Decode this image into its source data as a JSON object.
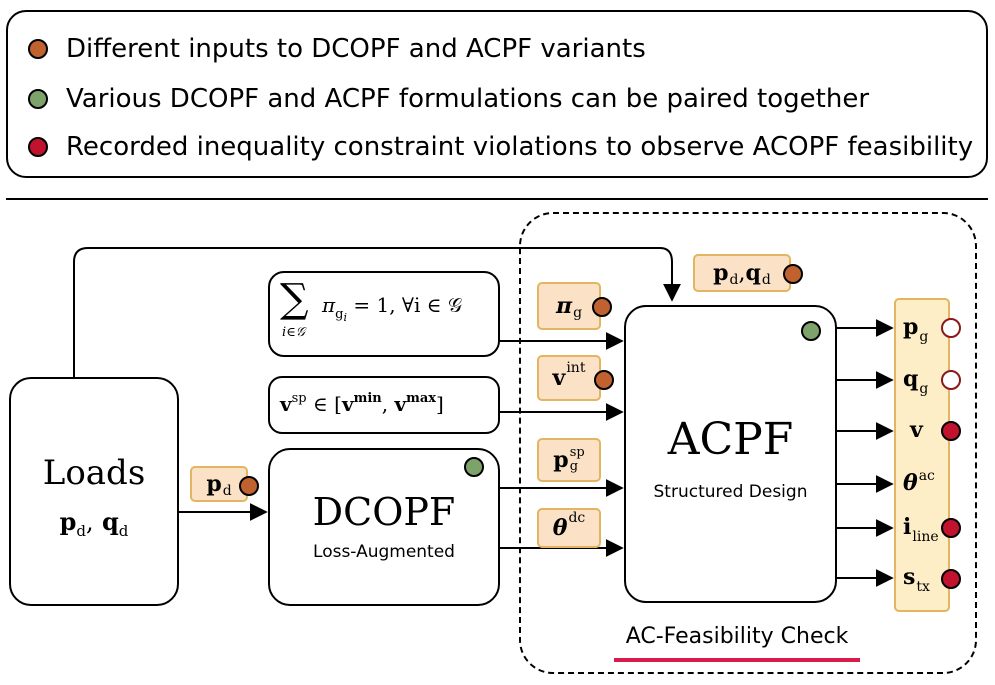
{
  "legend": {
    "items": [
      {
        "text": "Different inputs to DCOPF and ACPF variants",
        "color": "#c0622f"
      },
      {
        "text": "Various DCOPF and ACPF formulations can be paired together",
        "color": "#7ea36a"
      },
      {
        "text": "Recorded inequality constraint violations to observe ACOPF feasibility",
        "color": "#c1122e"
      }
    ]
  },
  "loads": {
    "title": "Loads",
    "p": "p",
    "p_sub": "d",
    "comma": ",",
    "q": "q",
    "q_sub": "d"
  },
  "dcopf": {
    "title": "DCOPF",
    "subtitle": "Loss-Augmented"
  },
  "acpf": {
    "title": "ACPF",
    "subtitle": "Structured Design"
  },
  "constraint_sum": {
    "sum": "∑",
    "under": "i∈𝒢",
    "body": "π",
    "body_sub": "g",
    "body_sub2": "i",
    "rest": " = 1, ∀i ∈ 𝒢"
  },
  "constraint_v": {
    "v": "v",
    "v_sup": "sp",
    "in": " ∈ [",
    "vmin": "v",
    "vmin_sup": "min",
    "sep": ", ",
    "vmax": "v",
    "vmax_sup": "max",
    "close": "]"
  },
  "tags": {
    "pd": {
      "main": "p",
      "sub": "d"
    },
    "pdqd": {
      "p": "p",
      "p_sub": "d",
      "comma": ",",
      "q": "q",
      "q_sub": "d"
    },
    "pig": {
      "main": "π",
      "sub": "g"
    },
    "vint": {
      "main": "v",
      "sup": "int"
    },
    "pgsp": {
      "main": "p",
      "sup": "sp",
      "sub": "g"
    },
    "thetadc": {
      "main": "θ",
      "sup": "dc"
    }
  },
  "outputs": [
    {
      "main": "p",
      "sub": "g",
      "sup": "",
      "marker": "hollow"
    },
    {
      "main": "q",
      "sub": "g",
      "sup": "",
      "marker": "hollow"
    },
    {
      "main": "v",
      "sub": "",
      "sup": "",
      "marker": "red"
    },
    {
      "main": "θ",
      "sub": "",
      "sup": "ac",
      "marker": "none"
    },
    {
      "main": "i",
      "sub": "line",
      "sup": "",
      "marker": "red"
    },
    {
      "main": "s",
      "sub": "tx",
      "sup": "",
      "marker": "red"
    }
  ],
  "check_label": "AC-Feasibility Check",
  "colors": {
    "orange": "#c0622f",
    "green": "#7ea36a",
    "red": "#c1122e",
    "tag_fill": "#fbe2c6",
    "tag_border": "#e3b560",
    "output_fill": "#fdeec8",
    "underline": "#d81b4a"
  }
}
